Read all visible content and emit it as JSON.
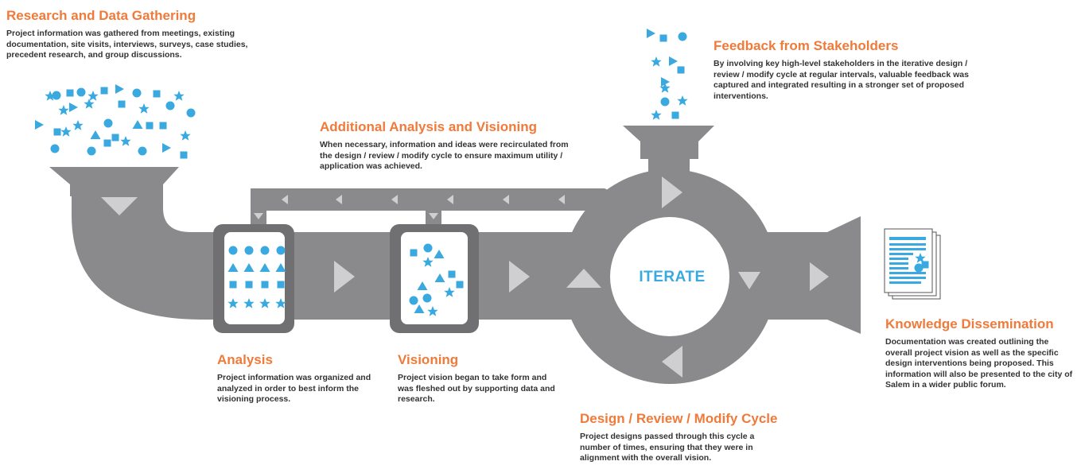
{
  "colors": {
    "pipe": "#8a8a8c",
    "accent": "#f07a3a",
    "blue": "#39a9e0",
    "arrow": "#cfcfd1",
    "text": "#333333"
  },
  "research": {
    "title": "Research and Data Gathering",
    "body": "Project information was gathered from meetings, existing documentation, site visits, interviews, surveys, case studies, precedent research, and group discussions."
  },
  "additional": {
    "title": "Additional Analysis and Visioning",
    "body": "When necessary, information and ideas were recirculated from the design / review / modify cycle to ensure maximum utility / application was achieved."
  },
  "feedback": {
    "title": "Feedback from Stakeholders",
    "body": "By involving key high-level stakeholders in the iterative design / review / modify cycle at regular intervals, valuable feedback was captured and integrated resulting in a stronger set of proposed interventions."
  },
  "analysis": {
    "title": "Analysis",
    "body": "Project information was organized and analyzed in order to best inform the visioning process."
  },
  "visioning": {
    "title": "Visioning",
    "body": "Project vision began to take form and was fleshed out by supporting data and research."
  },
  "cycle": {
    "title": "Design / Review / Modify Cycle",
    "body": "Project designs passed through this cycle a number of times, ensuring that they were in alignment with the overall vision.",
    "center_label": "ITERATE"
  },
  "knowledge": {
    "title": "Knowledge Dissemination",
    "body": "Documentation was created outlining the overall project vision as well as the specific design interventions being proposed.  This information will also be presented to the city of Salem in a wider public forum."
  }
}
